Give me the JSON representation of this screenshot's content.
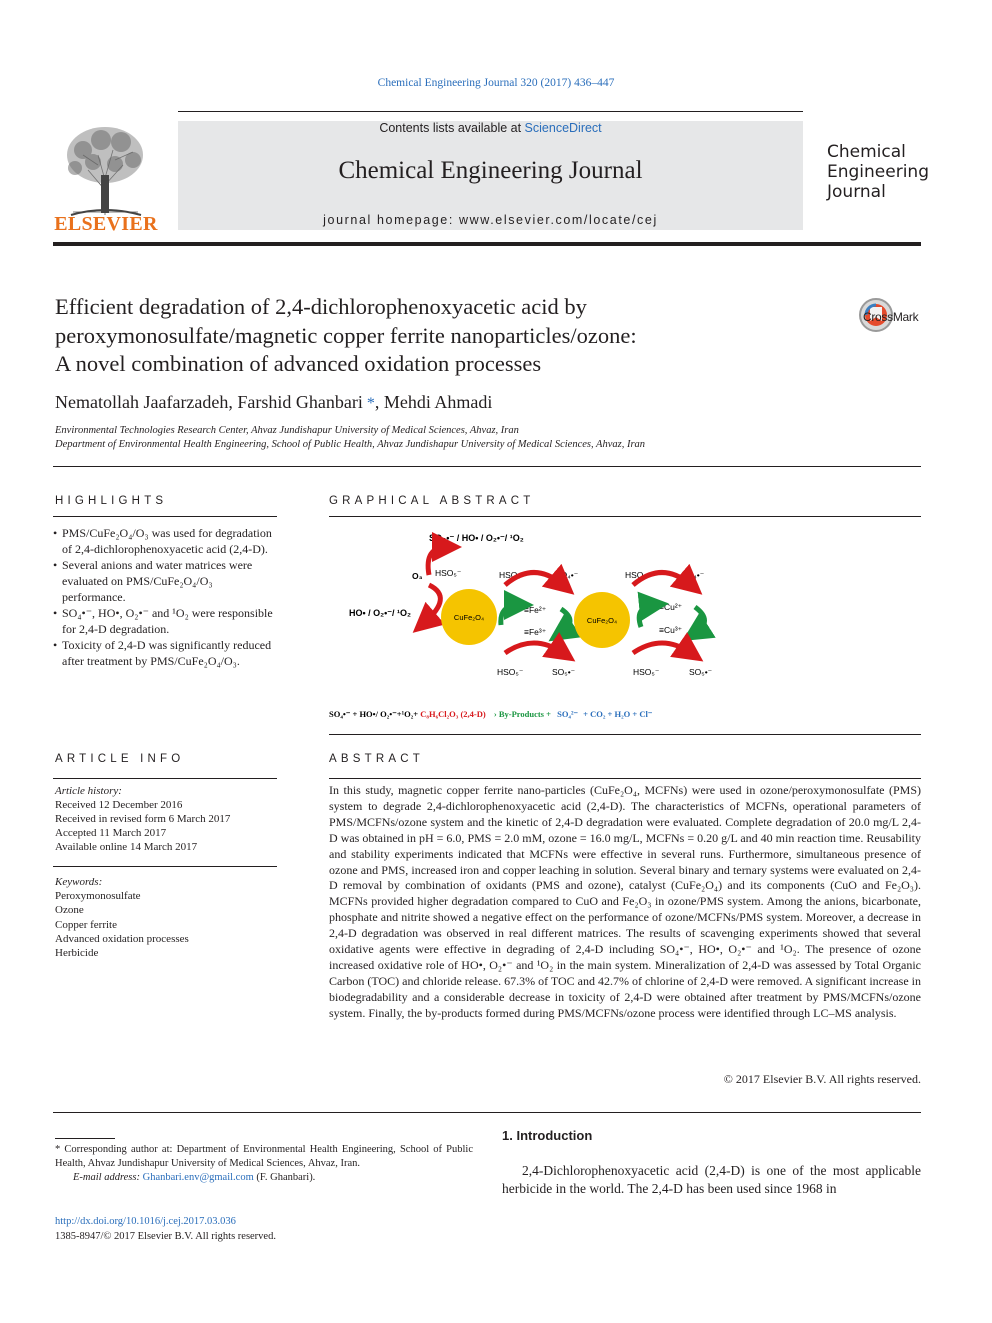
{
  "header": {
    "journal_ref": "Chemical Engineering Journal 320 (2017) 436–447",
    "publisher_logo_text": "ELSEVIER",
    "contents_prefix": "Contents lists available at ",
    "contents_link": "ScienceDirect",
    "journal_title": "Chemical Engineering Journal",
    "homepage_prefix": "journal homepage: ",
    "homepage_url": "www.elsevier.com/locate/cej",
    "side_logo_lines": [
      "Chemical",
      "Engineering",
      "Journal"
    ]
  },
  "article": {
    "title_lines": [
      "Efficient degradation of 2,4-dichlorophenoxyacetic acid by",
      "peroxymonosulfate/magnetic copper ferrite nanoparticles/ozone:",
      "A novel combination of advanced oxidation processes"
    ],
    "crossmark_label": "CrossMark",
    "authors": [
      "Nematollah Jaafarzadeh",
      "Farshid Ghanbari",
      "Mehdi Ahmadi"
    ],
    "affiliations": [
      "Environmental Technologies Research Center, Ahvaz Jundishapur University of Medical Sciences, Ahvaz, Iran",
      "Department of Environmental Health Engineering, School of Public Health, Ahvaz Jundishapur University of Medical Sciences, Ahvaz, Iran"
    ]
  },
  "highlights": {
    "heading": "HIGHLIGHTS",
    "items": [
      "PMS/CuFe₂O₄/O₃ was used for degradation of 2,4-dichlorophenoxyacetic acid (2,4-D).",
      "Several anions and water matrices were evaluated on PMS/CuFe₂O₄/O₃ performance.",
      "SO₄•⁻, HO•, O₂•⁻ and ¹O₂ were responsible for 2,4-D degradation.",
      "Toxicity of 2,4-D was significantly reduced after treatment by PMS/CuFe₂O₄/O₃."
    ]
  },
  "graphical_abstract": {
    "heading": "GRAPHICAL ABSTRACT",
    "top_label": "SO₄•⁻ / HO• / O₂•⁻/ ¹O₂",
    "left_label": "HO• / O₂•⁻/ ¹O₂",
    "o3": "O₃",
    "hso5": "HSO₅⁻",
    "so4": "SO₄•⁻",
    "so5": "SO₅•⁻",
    "catalyst": "CuFe₂O₄",
    "fe2": "≡Fe²⁺",
    "fe3": "≡Fe³⁺",
    "cu2": "≡Cu²⁺",
    "cu3": "≡Cu³⁺",
    "equation": {
      "reactants": "SO₄•⁻ + HO•/ O₂•⁻+¹O₂+",
      "substrate": "C₈H₆Cl₂O₃ (2,4-D)",
      "arrow_products": "By-Products",
      "plus": "+",
      "sulfate": "SO₄²⁻",
      "final": "+ CO₂ + H₂O + Cl⁻"
    },
    "colors": {
      "red": "#d7191c",
      "green": "#1a9641",
      "blue": "#2a6ebb",
      "catalyst": "#f5c400"
    }
  },
  "article_info": {
    "heading": "ARTICLE INFO",
    "history_label": "Article history:",
    "history": [
      "Received 12 December 2016",
      "Received in revised form 6 March 2017",
      "Accepted 11 March 2017",
      "Available online 14 March 2017"
    ],
    "keywords_label": "Keywords:",
    "keywords": [
      "Peroxymonosulfate",
      "Ozone",
      "Copper ferrite",
      "Advanced oxidation processes",
      "Herbicide"
    ]
  },
  "abstract": {
    "heading": "ABSTRACT",
    "text": "In this study, magnetic copper ferrite nano-particles (CuFe₂O₄, MCFNs) were used in ozone/peroxymonosulfate (PMS) system to degrade 2,4-dichlorophenoxyacetic acid (2,4-D). The characteristics of MCFNs, operational parameters of PMS/MCFNs/ozone system and the kinetic of 2,4-D degradation were evaluated. Complete degradation of 20.0 mg/L 2,4-D was obtained in pH = 6.0, PMS = 2.0 mM, ozone = 16.0 mg/L, MCFNs = 0.20 g/L and 40 min reaction time. Reusability and stability experiments indicated that MCFNs were effective in several runs. Furthermore, simultaneous presence of ozone and PMS, increased iron and copper leaching in solution. Several binary and ternary systems were evaluated on 2,4-D removal by combination of oxidants (PMS and ozone), catalyst (CuFe₂O₄) and its components (CuO and Fe₂O₃). MCFNs provided higher degradation compared to CuO and Fe₂O₃ in ozone/PMS system. Among the anions, bicarbonate, phosphate and nitrite showed a negative effect on the performance of ozone/MCFNs/PMS system. Moreover, a decrease in 2,4-D degradation was observed in real different matrices. The results of scavenging experiments showed that several oxidative agents were effective in degrading of 2,4-D including SO₄•⁻, HO•, O₂•⁻ and ¹O₂. The presence of ozone increased oxidative role of HO•, O₂•⁻ and ¹O₂ in the main system. Mineralization of 2,4-D was assessed by Total Organic Carbon (TOC) and chloride release. 67.3% of TOC and 42.7% of chlorine of 2,4-D were removed. A significant increase in biodegradability and a considerable decrease in toxicity of 2,4-D were obtained after treatment by PMS/MCFNs/ozone system. Finally, the by-products formed during PMS/MCFNs/ozone process were identified through LC–MS analysis.",
    "copyright": "© 2017 Elsevier B.V. All rights reserved."
  },
  "footnote": {
    "corresponding": "* Corresponding author at: Department of Environmental Health Engineering, School of Public Health, Ahvaz Jundishapur University of Medical Sciences, Ahvaz, Iran.",
    "email_label": "E-mail address: ",
    "email": "Ghanbari.env@gmail.com",
    "email_suffix": " (F. Ghanbari).",
    "doi": "http://dx.doi.org/10.1016/j.cej.2017.03.036",
    "issn": "1385-8947/© 2017 Elsevier B.V. All rights reserved."
  },
  "introduction": {
    "heading": "1. Introduction",
    "text": "2,4-Dichlorophenoxyacetic acid (2,4-D) is one of the most applicable herbicide in the world. The 2,4-D has been used since 1968 in"
  }
}
